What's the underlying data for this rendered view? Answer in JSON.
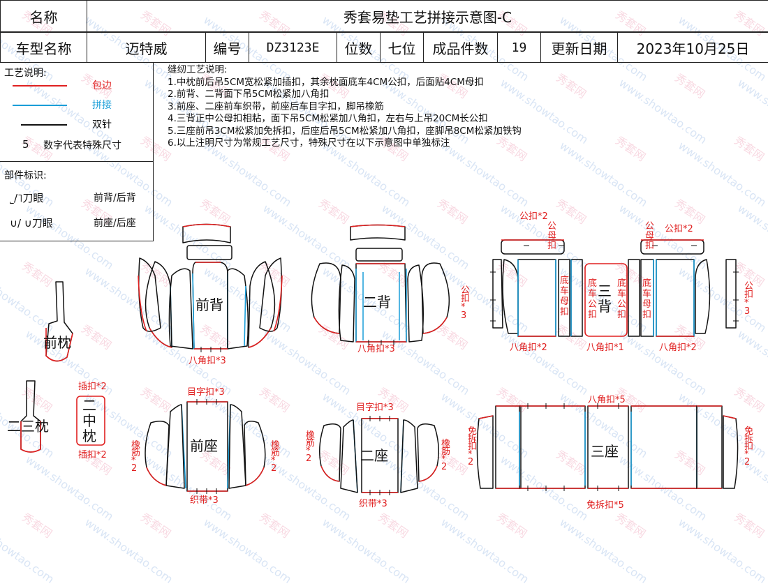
{
  "header": {
    "name_label": "名称",
    "title": "秀套易垫工艺拼接示意图-C",
    "model_label": "车型名称",
    "model": "迈特威",
    "code_label": "编号",
    "code": "DZ3123E",
    "seats_label": "位数",
    "seats": "七位",
    "pieces_label": "成品件数",
    "pieces": "19",
    "date_label": "更新日期",
    "date": "2023年10月25日"
  },
  "legend": {
    "title": "工艺说明:",
    "items": [
      {
        "label": "包边",
        "color": "#e02020"
      },
      {
        "label": "拼接",
        "color": "#1a9ed8"
      },
      {
        "label": "双针",
        "color": "#111111"
      }
    ],
    "number_key": "5",
    "number_text": "数字代表特殊尺寸"
  },
  "parts_legend": {
    "title": "部件标识:",
    "row1_symbol": "˾/˥刀眼",
    "row1_text": "前背/后背",
    "row2_symbol": "∪/ ∪刀眼",
    "row2_text": "前座/后座"
  },
  "notes": {
    "title": "缝纫工艺说明:",
    "lines": [
      "1.中枕前后吊5CM宽松紧加插扣，其余枕面底车4CM公扣，后面贴4CM母扣",
      "2.前背、二背面下吊5CM松紧加八角扣",
      "3.前座、二座前车织带，前座后车目字扣，脚吊橡筋",
      "4.三背正中公母扣相粘，面下吊5CM松紧加八角扣，左右与上吊20CM长公扣",
      "5.三座前吊3CM松紧加免拆扣，后座后吊5CM松紧加八角扣，座脚吊8CM松紧加铁钩",
      "6.以上注明尺寸为常规工艺尺寸，特殊尺寸在以下示意图中单独标注"
    ]
  },
  "pieces": {
    "front_back": "前背",
    "second_back": "二背",
    "third_back": "三\n背",
    "front_pillow": "前枕",
    "mid_pillow": "二\n中\n枕",
    "second_third_pillow": "二三枕",
    "front_seat": "前座",
    "second_seat": "二座",
    "third_seat": "三座"
  },
  "annotations": {
    "fb_octagon": "八角扣*3",
    "sb_octagon": "八角扣*3",
    "tb_octagon_left": "八角扣*2",
    "tb_octagon_mid": "八角扣*1",
    "tb_octagon_right": "八角扣*2",
    "male_2_left": "公扣*2",
    "male_2_right": "公扣*2",
    "female_left": "公\n母\n扣",
    "female_right": "公\n母\n扣",
    "male_3_left": "公\n扣\n*\n3",
    "male_3_right": "公\n扣\n*\n3",
    "bottom_female_left": "底\n车\n母\n扣",
    "bottom_male_left": "底\n车\n公\n扣",
    "bottom_male_right": "底\n车\n公\n扣",
    "bottom_female_right": "底\n车\n母\n扣",
    "insert_top": "插扣*2",
    "insert_bottom": "插扣*2",
    "fs_eye": "目字扣*3",
    "fs_band": "织带*3",
    "fs_elastic_left": "橡\n筋\n*\n2",
    "fs_elastic_right": "橡\n筋\n*\n2",
    "ss_eye": "目字扣*3",
    "ss_band": "织带*3",
    "ss_elastic_left": "橡\n筋\n*\n2",
    "ss_elastic_right": "橡\n筋\n*\n2",
    "ts_octagon": "八角扣*5",
    "ts_release": "免拆扣*5",
    "ts_release_left": "免\n拆\n扣\n*\n2",
    "ts_release_right": "免\n拆\n扣\n*\n2"
  },
  "watermark": {
    "url": "www.showtao.com",
    "brand": "秀套网"
  }
}
